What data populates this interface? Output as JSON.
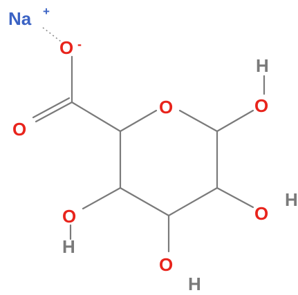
{
  "molecule": {
    "atoms": {
      "na": {
        "symbol": "Na",
        "charge": "+",
        "color": "#3b63c4"
      },
      "o_carboxylate": {
        "symbol": "O",
        "charge": "-",
        "color": "#e8241c"
      },
      "o_carbonyl": {
        "symbol": "O",
        "color": "#e8241c"
      },
      "o_ring": {
        "symbol": "O",
        "color": "#e8241c"
      },
      "o_c1": {
        "symbol": "O",
        "hydrogen": "H",
        "color": "#e8241c",
        "hydrogen_color": "#7a7a7a"
      },
      "o_c2": {
        "symbol": "O",
        "hydrogen": "H",
        "color": "#e8241c",
        "hydrogen_color": "#7a7a7a"
      },
      "o_c3": {
        "symbol": "O",
        "hydrogen": "H",
        "color": "#e8241c",
        "hydrogen_color": "#7a7a7a"
      },
      "o_c4": {
        "symbol": "O",
        "hydrogen": "H",
        "color": "#e8241c",
        "hydrogen_color": "#7a7a7a"
      }
    },
    "bond_color": "#7a7a7a"
  }
}
